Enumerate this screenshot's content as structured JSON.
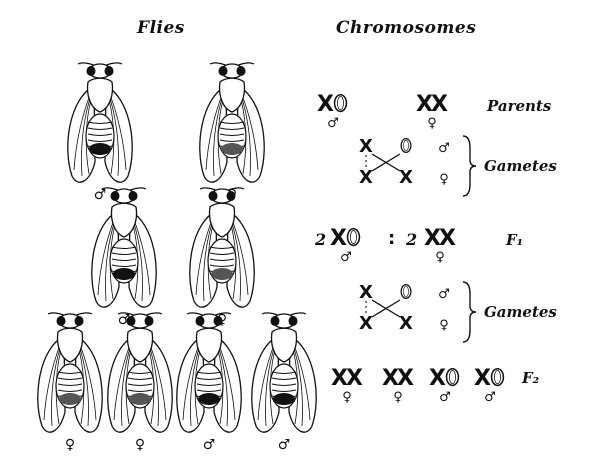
{
  "headers": {
    "flies": "Flies",
    "chromosomes": "Chromosomes"
  },
  "symbols": {
    "male": "♂",
    "female": "♀"
  },
  "fly_rows": [
    {
      "flies": [
        {
          "sex": "male"
        },
        {
          "sex": "female"
        }
      ]
    },
    {
      "flies": [
        {
          "sex": "male"
        },
        {
          "sex": "female"
        }
      ]
    },
    {
      "flies": [
        {
          "sex": "female"
        },
        {
          "sex": "female"
        },
        {
          "sex": "male"
        },
        {
          "sex": "male"
        }
      ]
    }
  ],
  "parents": {
    "label": "Parents",
    "male": {
      "left": "X",
      "right": "O",
      "sex": "male"
    },
    "female": {
      "left": "X",
      "right": "X",
      "sex": "female"
    }
  },
  "gametes_1": {
    "label": "Gametes",
    "top_left": "X",
    "top_right": "O",
    "bottom_left": "X",
    "bottom_right": "X",
    "sex_top": "male",
    "sex_bottom": "female"
  },
  "f1": {
    "label": "F₁",
    "left_coef": "2",
    "left_pair": [
      "X",
      "O"
    ],
    "left_sex": "male",
    "separator": ":",
    "right_coef": "2",
    "right_pair": [
      "X",
      "X"
    ],
    "right_sex": "female"
  },
  "gametes_2": {
    "label": "Gametes",
    "top_left": "X",
    "top_right": "O",
    "bottom_left": "X",
    "bottom_right": "X",
    "sex_top": "male",
    "sex_bottom": "female"
  },
  "f2": {
    "label": "F₂",
    "groups": [
      {
        "pair": [
          "X",
          "X"
        ],
        "sex": "female"
      },
      {
        "pair": [
          "X",
          "X"
        ],
        "sex": "female"
      },
      {
        "pair": [
          "X",
          "O"
        ],
        "sex": "male"
      },
      {
        "pair": [
          "X",
          "O"
        ],
        "sex": "male"
      }
    ]
  }
}
